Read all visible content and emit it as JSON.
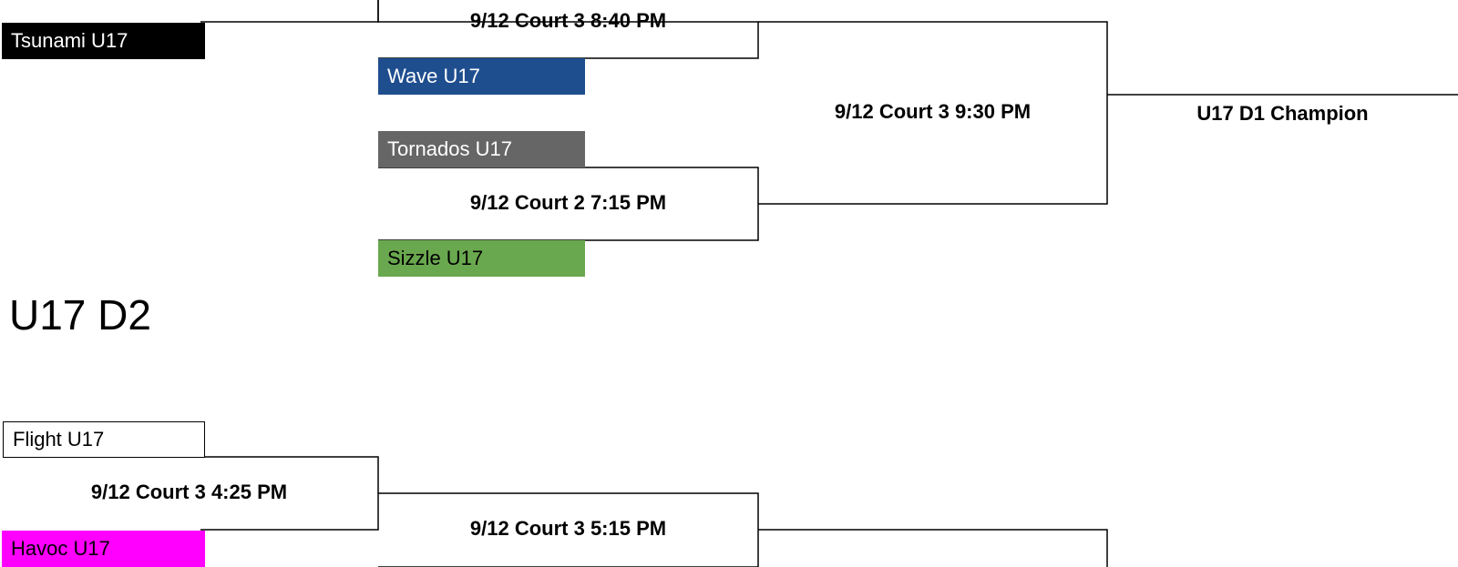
{
  "divisions": [
    {
      "name": "U17 D1",
      "teams": [
        {
          "name": "Tsunami U17",
          "bg": "#000000",
          "fg": "#ffffff"
        },
        {
          "name": "Wave U17",
          "bg": "#1F4E8F",
          "fg": "#ffffff"
        },
        {
          "name": "Tornados U17",
          "bg": "#666666",
          "fg": "#ffffff"
        },
        {
          "name": "Sizzle U17",
          "bg": "#6AA84F",
          "fg": "#000000"
        }
      ],
      "games": [
        {
          "label": "9/12 Court 3 8:40 PM"
        },
        {
          "label": "9/12 Court 2 7:15 PM"
        },
        {
          "label": "9/12 Court 3 9:30 PM"
        }
      ],
      "champion": "U17 D1 Champion"
    },
    {
      "name": "U17 D2",
      "teams": [
        {
          "name": "Flight U17",
          "bg": "#ffffff",
          "fg": "#000000"
        },
        {
          "name": "Havoc U17",
          "bg": "#FF00FF",
          "fg": "#000000"
        }
      ],
      "games": [
        {
          "label": "9/12 Court 3 4:25 PM"
        },
        {
          "label": "9/12 Court 3 5:15 PM"
        }
      ]
    }
  ]
}
